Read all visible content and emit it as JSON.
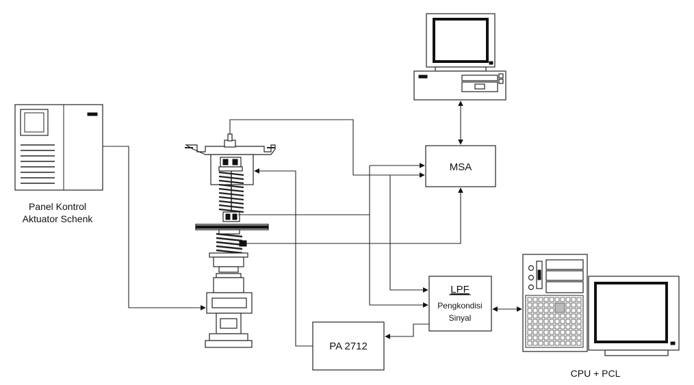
{
  "diagram": {
    "panel_label_line1": "Panel Kontrol",
    "panel_label_line2": "Aktuator Schenk",
    "msa_label": "MSA",
    "lpf_label": "LPF",
    "conditioner_line1": "Pengkondisi",
    "conditioner_line2": "Sinyal",
    "pa_label": "PA 2712",
    "cpu_label": "CPU + PCL"
  },
  "icons": {
    "panel": "control-panel-icon",
    "test_rig": "suspension-test-rig-icon",
    "top_pc": "desktop-computer-icon",
    "cpu_pc": "tower-computer-icon"
  }
}
